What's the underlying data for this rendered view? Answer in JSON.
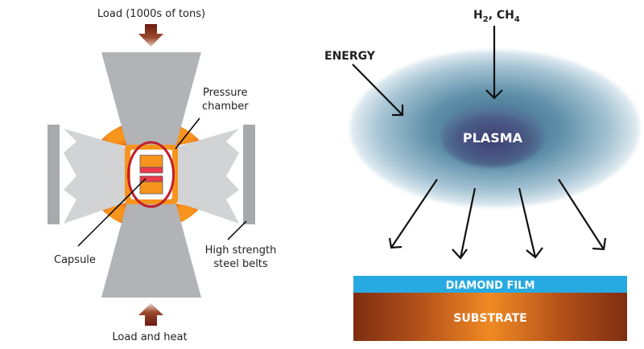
{
  "hpht_diagram": {
    "top_load_label": "Load (1000s of tons)",
    "bottom_load_label": "Load and heat",
    "pressure_chamber_label": [
      "Pressure",
      "chamber"
    ],
    "capsule_label": "Capsule",
    "belts_label": [
      "High strength",
      "steel belts"
    ]
  },
  "cvd_diagram": {
    "gas_label": {
      "h": "H",
      "sub1": "2",
      "mid": ", CH",
      "sub2": "4"
    },
    "energy_label": "ENERGY",
    "plasma_label": "PLASMA",
    "film_label": "DIAMOND FILM",
    "substrate_label": "SUBSTRATE"
  },
  "colors": {
    "anvil_gray": "#b1b3b6",
    "side_anvil_gray": "#d1d3d4",
    "belt_gray": "#a7a9ac",
    "orange": "#f7941d",
    "capsule_red": "#ed1c24",
    "ring_red": "#be1e2d",
    "arrow_brown": "#8b2e16",
    "film_blue": "#27aae1",
    "substrate_dark": "#8a3410",
    "substrate_light": "#f08a24"
  }
}
